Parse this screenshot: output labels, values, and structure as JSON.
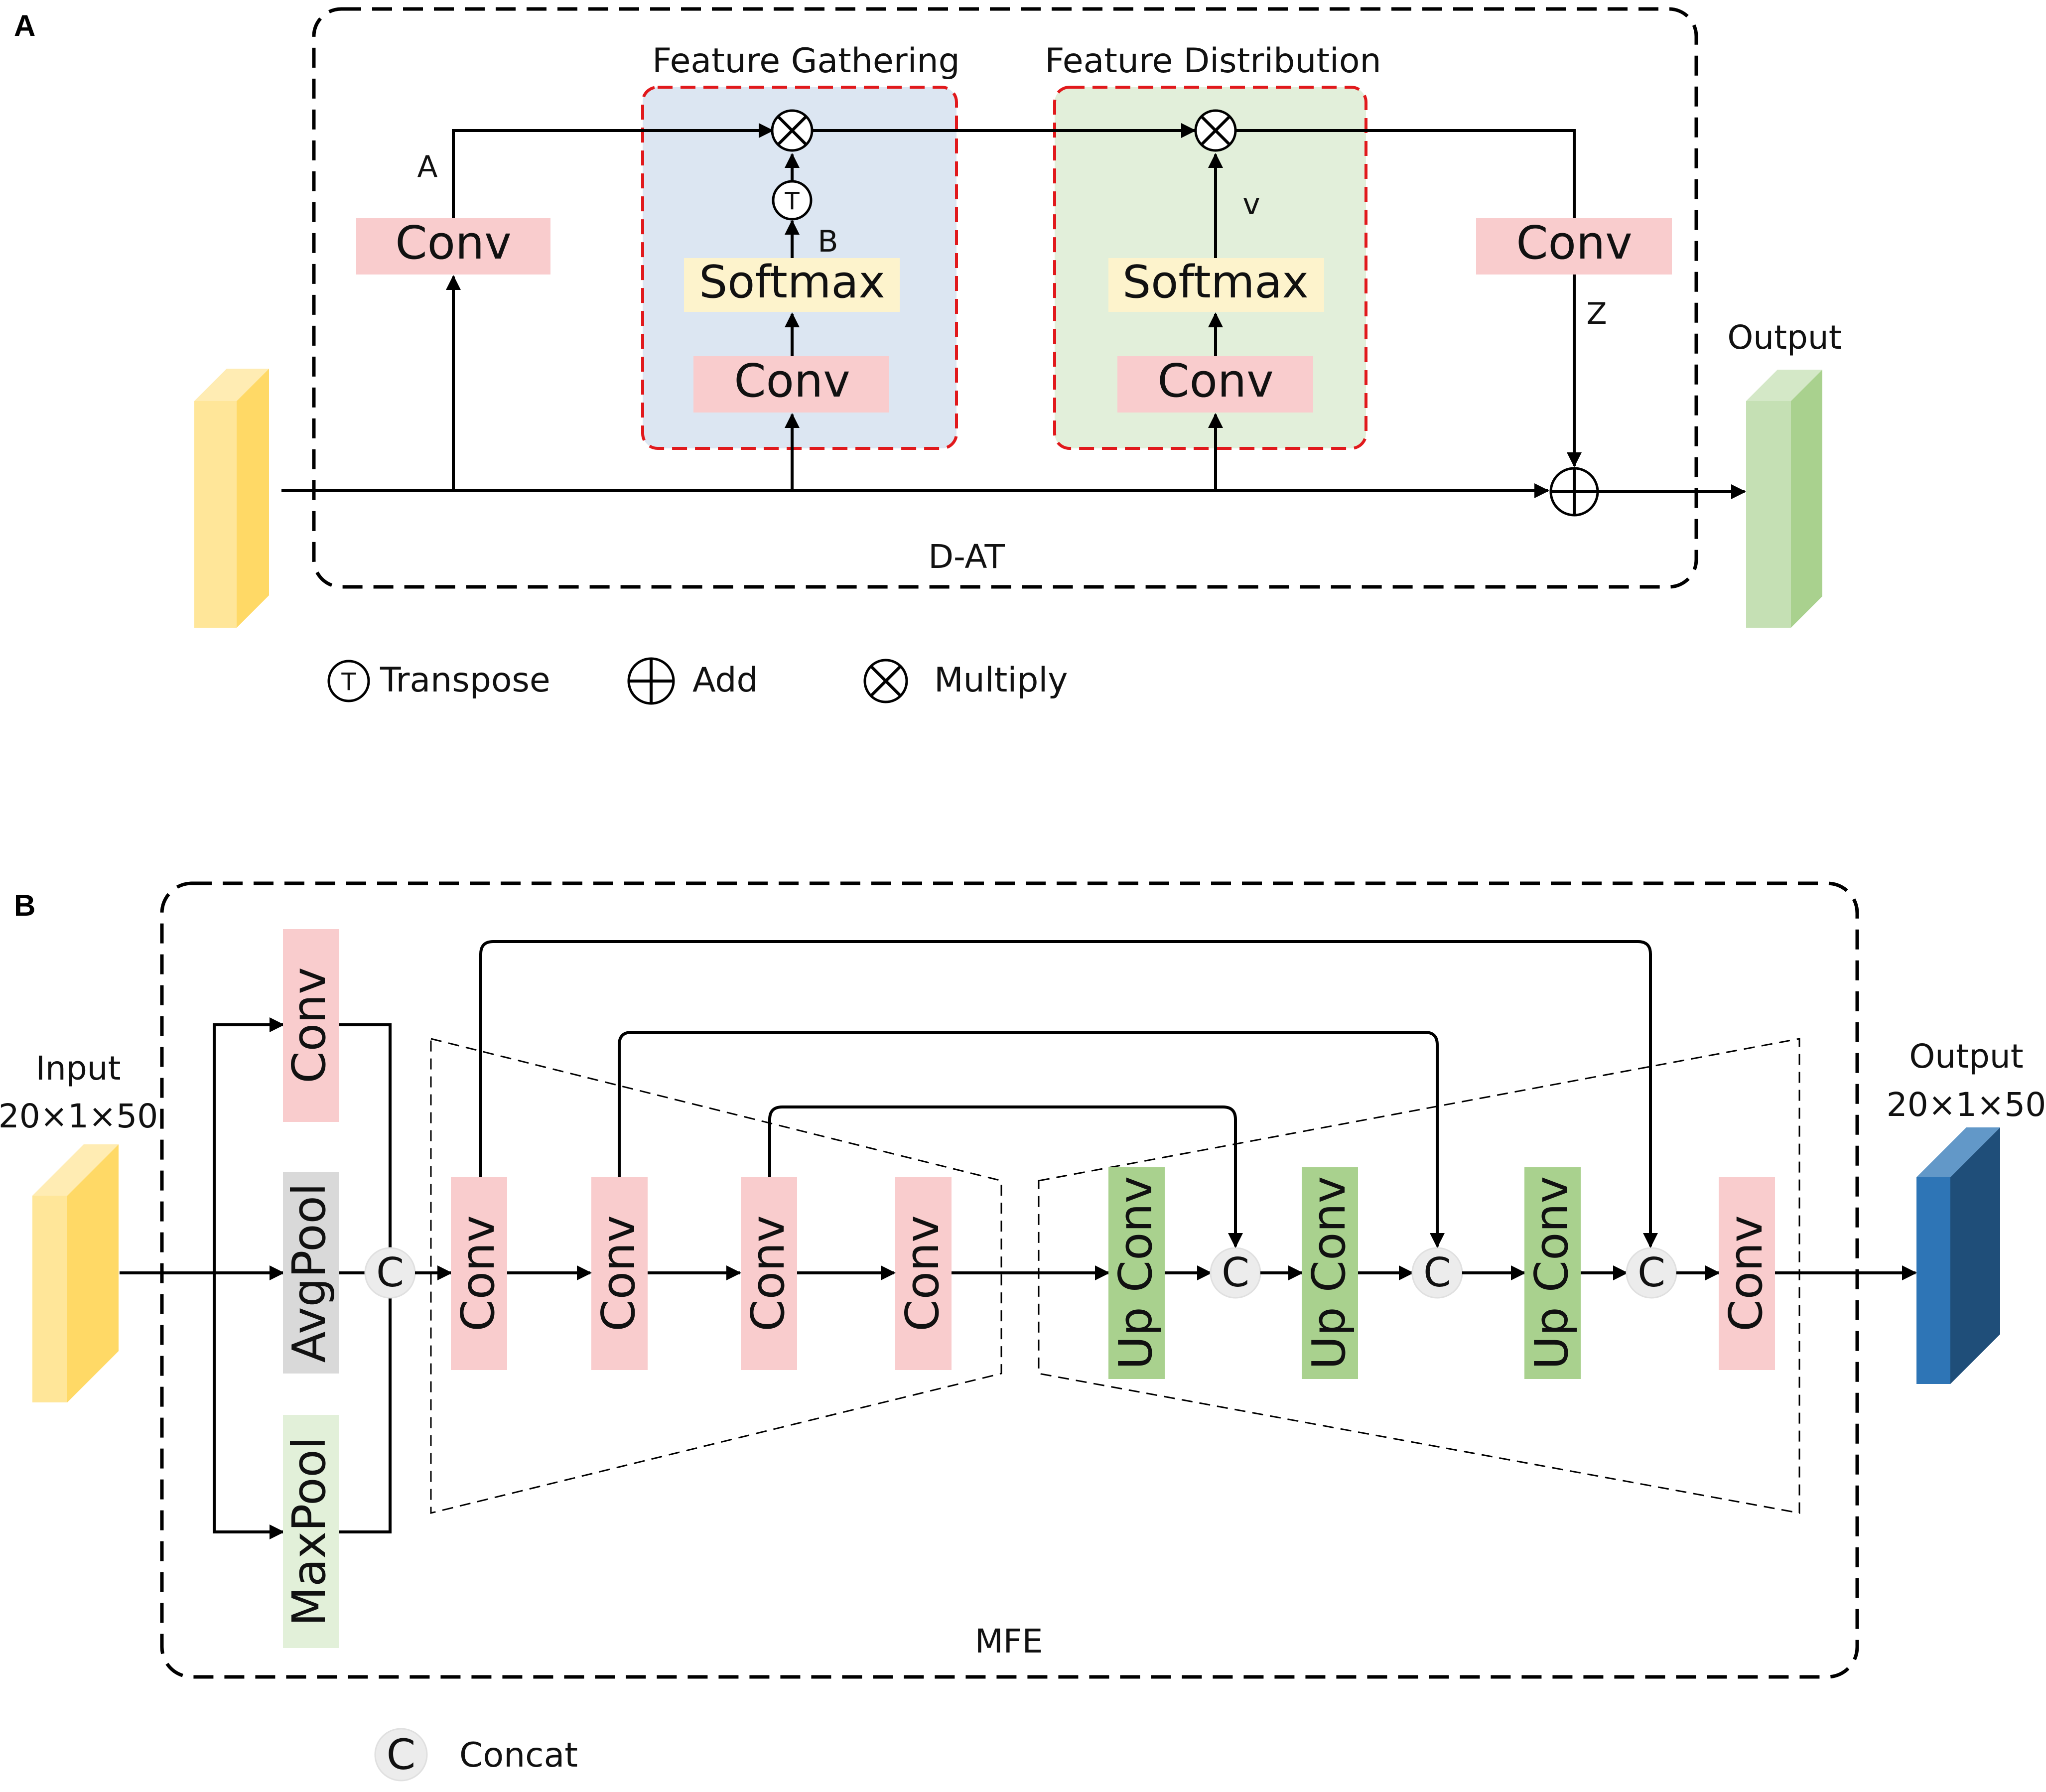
{
  "colors": {
    "conv": "#f9cccd",
    "softmax": "#fdf3cc",
    "avgpool": "#d9d9d9",
    "maxpool": "#e2f0d9",
    "upconv": "#a9d18e",
    "gather_bg": "#dce6f2",
    "distrib_bg": "#e2efda",
    "red_dash": "#e1191c",
    "input_front": "#ffe699",
    "input_side": "#ffd966",
    "output_a_front": "#c5e0b4",
    "output_a_side": "#a9d18e",
    "output_b_front": "#2e75b6",
    "output_b_side": "#1f4e79"
  },
  "panel_a": {
    "label": "A",
    "module_name": "D-AT",
    "gathering_title": "Feature Gathering",
    "distribution_title": "Feature Distribution",
    "conv_a": "Conv",
    "conv_b": "Conv",
    "softmax_b": "Softmax",
    "conv_v": "Conv",
    "softmax_v": "Softmax",
    "conv_z": "Conv",
    "symbol_a": "A",
    "symbol_b": "B",
    "symbol_v": "v",
    "symbol_z": "Z",
    "transpose_mark": "T",
    "output_label": "Output",
    "legend": {
      "transpose_mark": "T",
      "transpose": "Transpose",
      "add": "Add",
      "multiply": "Multiply"
    }
  },
  "panel_b": {
    "label": "B",
    "module_name": "MFE",
    "input_label": "Input",
    "input_shape": "20×1×50",
    "output_label": "Output",
    "output_shape": "20×1×50",
    "branch_conv": "Conv",
    "avgpool": "AvgPool",
    "maxpool": "MaxPool",
    "concat_mark": "C",
    "encoder": [
      "Conv",
      "Conv",
      "Conv",
      "Conv"
    ],
    "decoder": [
      "Up Conv",
      "Up Conv",
      "Up Conv"
    ],
    "final_conv": "Conv",
    "legend": {
      "concat_mark": "C",
      "concat": "Concat"
    }
  }
}
